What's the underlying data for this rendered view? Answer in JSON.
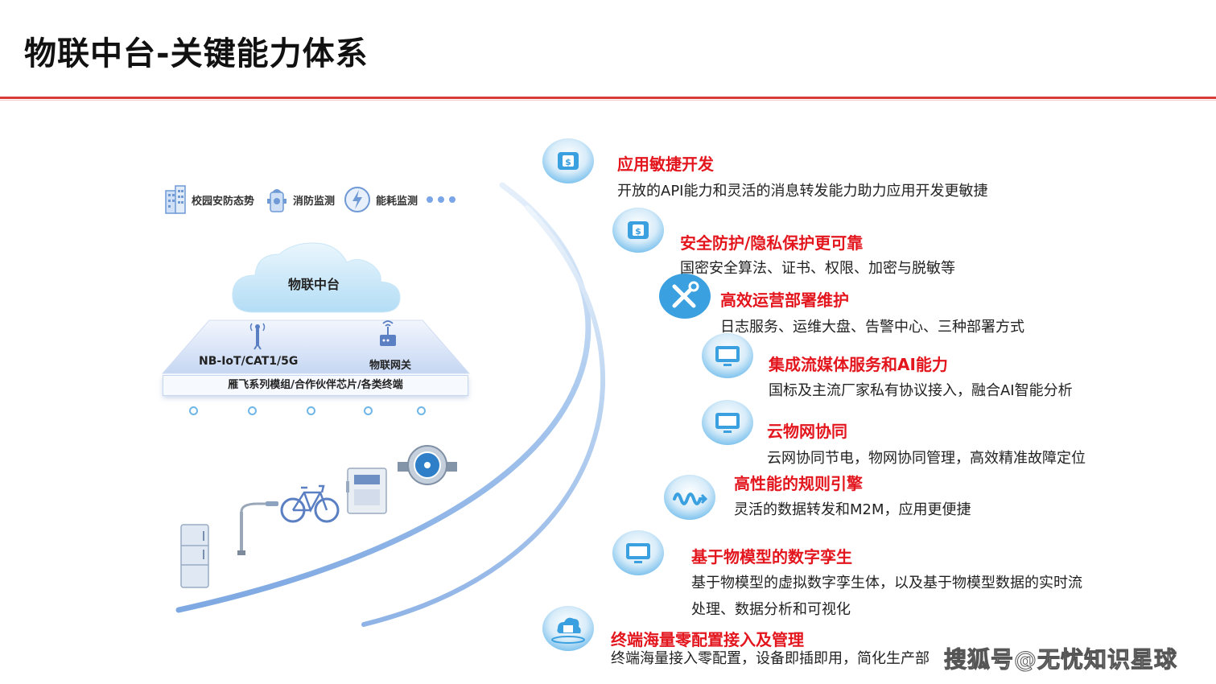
{
  "title": "物联中台-关键能力体系",
  "scenarios": [
    {
      "label": "校园安防态势",
      "icon": "building-icon"
    },
    {
      "label": "消防监测",
      "icon": "hydrant-icon"
    },
    {
      "label": "能耗监测",
      "icon": "lightning-icon"
    }
  ],
  "scenarios_more": "more-dots-icon",
  "cloud_label": "物联中台",
  "platform": {
    "network_label": "NB-IoT/CAT1/5G",
    "gateway_label": "物联网关",
    "module_band": "雁飞系列模组/合作伙伴芯片/各类终端"
  },
  "devices": [
    "fridge-icon",
    "street-lamp-icon",
    "bicycle-icon",
    "smart-meter-icon",
    "water-meter-icon"
  ],
  "capabilities": [
    {
      "title": "应用敏捷开发",
      "desc": "开放的API能力和灵活的消息转发能力助力应用开发更敏捷",
      "icon": "app-dev-icon"
    },
    {
      "title": "安全防护/隐私保护更可靠",
      "desc": "国密安全算法、证书、权限、加密与脱敏等",
      "icon": "security-icon"
    },
    {
      "title": "高效运营部署维护",
      "desc": "日志服务、运维大盘、告警中心、三种部署方式",
      "icon": "tools-icon"
    },
    {
      "title": "集成流媒体服务和AI能力",
      "desc": "国标及主流厂家私有协议接入，融合AI智能分析",
      "icon": "monitor-icon"
    },
    {
      "title": "云物网协同",
      "desc": "云网协同节电，物网协同管理，高效精准故障定位",
      "icon": "monitor-icon"
    },
    {
      "title": "高性能的规则引擎",
      "desc": "灵活的数据转发和M2M，应用更便捷",
      "icon": "wave-icon"
    },
    {
      "title": "基于物模型的数字孪生",
      "desc": "基于物模型的虚拟数字孪生体，以及基于物模型数据的实时流",
      "desc2": "处理、数据分析和可视化",
      "icon": "monitor-icon"
    },
    {
      "title": "终端海量零配置接入及管理",
      "desc": "终端海量接入零配置，设备即插即用，简化生产部",
      "icon": "cloud-device-icon"
    }
  ],
  "watermark": "搜狐号@无忧知识星球",
  "colors": {
    "accent_red": "#e3161e",
    "title_rule": "#d83a3a",
    "icon_blue": "#3aa0e0"
  }
}
